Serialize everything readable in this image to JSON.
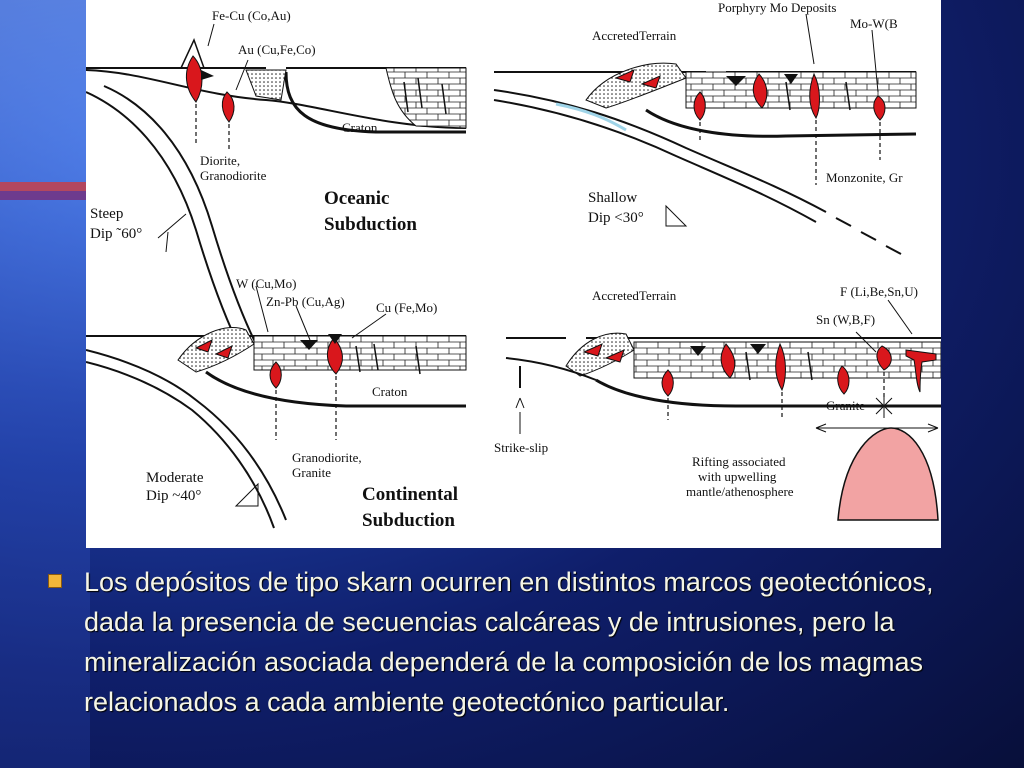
{
  "diagram": {
    "tl_labels": {
      "fecu": "Fe-Cu (Co,Au)",
      "au": "Au (Cu,Fe,Co)",
      "diorite": "Diorite,",
      "granodiorite": "Granodiorite",
      "craton": "Craton",
      "steep": "Steep",
      "steep_dip": "Dip ˜60°",
      "oceanic": "Oceanic",
      "subduction": "Subduction"
    },
    "tr_labels": {
      "accreted": "AccretedTerrain",
      "porphyry": "Porphyry Mo Deposits",
      "mow": "Mo-W(B",
      "monzonite": "Monzonite,   Gr",
      "shallow": "Shallow",
      "shallow_dip": "Dip <30°"
    },
    "bl_labels": {
      "w": "W (Cu,Mo)",
      "znpb": "Zn-Pb (Cu,Ag)",
      "cu": "Cu (Fe,Mo)",
      "craton": "Craton",
      "granodiorite": "Granodiorite,",
      "granite": "Granite",
      "moderate": "Moderate",
      "moderate_dip": "Dip ~40°",
      "continental": "Continental",
      "subduction": "Subduction"
    },
    "br_labels": {
      "accreted": "AccretedTerrain",
      "f": "F (Li,Be,Sn,U)",
      "sn": "Sn (W,B,F)",
      "granite": "Granite",
      "strikeslip": "Strike-slip",
      "rift1": "Rifting associated",
      "rift2": "with upwelling",
      "rift3": "mantle/athenosphere"
    },
    "colors": {
      "intrusion": "#d9171c",
      "rift": "#f2a3a3",
      "ink": "#111111"
    }
  },
  "caption": {
    "text": "Los depósitos de tipo skarn ocurren en distintos marcos geotectónicos, dada la presencia de secuencias calcáreas y de intrusiones, pero la mineralización asociada dependerá de la composición de los magmas relacionados a cada ambiente geotectónico particular."
  }
}
